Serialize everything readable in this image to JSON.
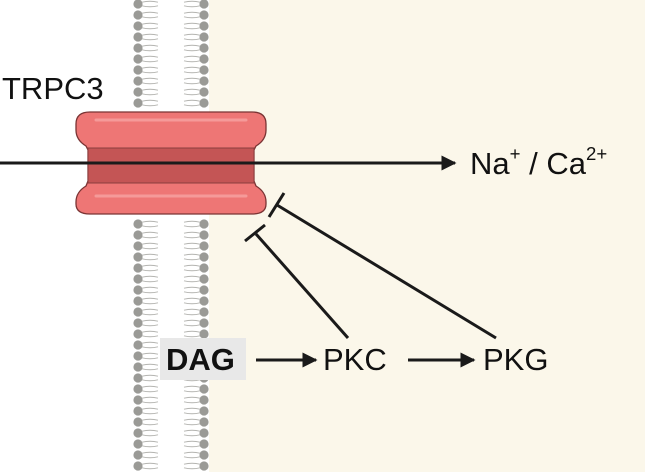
{
  "colors": {
    "cytoplasm": "#fbf7ea",
    "outside": "#ffffff",
    "lipid_head": "#9a9a96",
    "lipid_tail": "#b4b4b0",
    "channel_fill": "#ee7675",
    "channel_dark": "#c45555",
    "channel_stroke": "#7a3434",
    "arrow": "#1a1a1a",
    "dag_box": "#e8e8e8"
  },
  "channel": {
    "label": "TRPC3",
    "icon": "ion-channel-icon"
  },
  "ion_flux": {
    "ion1": "Na",
    "ion1_charge": "+",
    "separator": "/",
    "ion2": "Ca",
    "ion2_charge": "2+"
  },
  "nodes": {
    "dag": "DAG",
    "pkc": "PKC",
    "pkg": "PKG"
  },
  "edges": [
    {
      "from": "DAG",
      "to": "PKC",
      "type": "activation"
    },
    {
      "from": "PKC",
      "to": "PKG",
      "type": "activation"
    },
    {
      "from": "PKC",
      "to": "TRPC3",
      "type": "inhibition"
    },
    {
      "from": "PKG",
      "to": "TRPC3",
      "type": "inhibition"
    }
  ]
}
